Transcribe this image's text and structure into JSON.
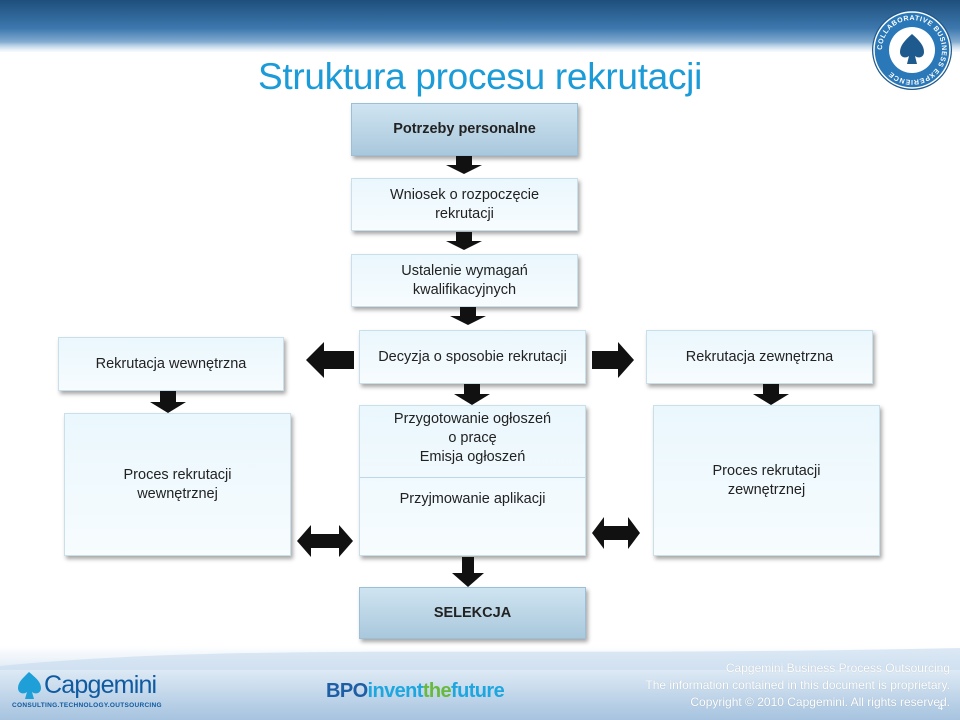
{
  "title": "Struktura procesu rekrutacji",
  "boxes": {
    "needs": "Potrzeby personalne",
    "request": [
      "Wniosek o rozpoczęcie",
      "rekrutacji"
    ],
    "requirements": [
      "Ustalenie wymagań",
      "kwalifikacyjnych"
    ],
    "internal": "Rekrutacja wewnętrzna",
    "decision": "Decyzja o sposobie rekrutacji",
    "external": "Rekrutacja zewnętrzna",
    "internal_process": [
      "Proces rekrutacji",
      "wewnętrznej"
    ],
    "announcements": [
      "Przygotowanie ogłoszeń",
      "o pracę",
      "Emisja ogłoszeń"
    ],
    "applications": "Przyjmowanie aplikacji",
    "external_process": [
      "Proces rekrutacji",
      "zewnętrznej"
    ],
    "selection": "SELEKCJA"
  },
  "seal": {
    "ring_text": "COLLABORATIVE BUSINESS EXPERIENCE"
  },
  "footer": {
    "brand": "Capgemini",
    "brand_tagline": "CONSULTING.TECHNOLOGY.OUTSOURCING",
    "bpo_part1": "BPO",
    "bpo_part2": "invent",
    "bpo_part3": "the",
    "bpo_part4": "future",
    "legal_line1": "Capgemini Business Process Outsourcing",
    "legal_line2": "The information contained in this document is proprietary.",
    "legal_line3": "Copyright © 2010 Capgemini. All rights reserved.",
    "page_number": "4"
  },
  "colors": {
    "title": "#1b9bd7",
    "box_fill": "#eaf7fd",
    "box_shaded": "#b8d3e5",
    "arrow": "#111111",
    "brand_blue": "#0f5aa0"
  }
}
